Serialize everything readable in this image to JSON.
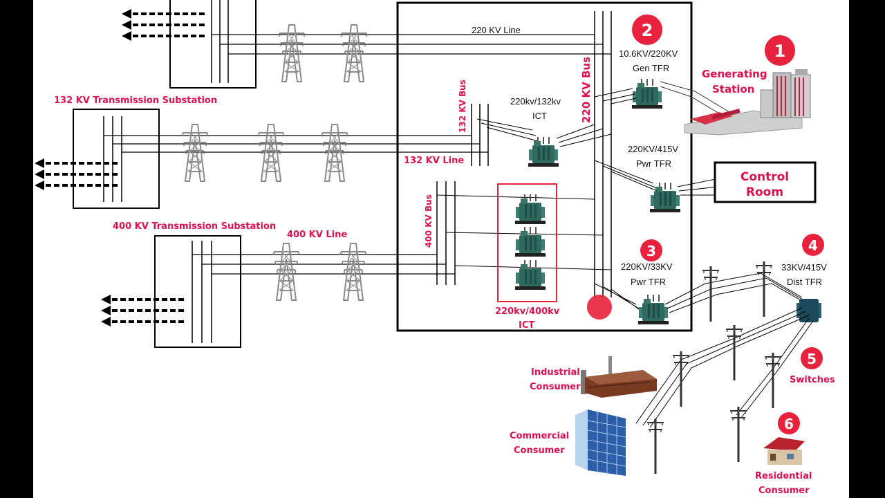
{
  "labels": {
    "line_220": "220 KV Line",
    "tfr_gen": "10.6KV/220KV",
    "tfr_gen2": "Gen TFR",
    "gen_station": "Generating",
    "gen_station2": "Station",
    "bus_220": "220 KV Bus",
    "bus_132": "132 KV Bus",
    "ict_132": "220kv/132kv",
    "ict_132b": "ICT",
    "sub_132": "132 KV Transmission Substation",
    "line_132": "132 KV Line",
    "pwr_415": "220KV/415V",
    "pwr_415b": "Pwr TFR",
    "control_room": "Control",
    "control_room2": "Room",
    "sub_400": "400 KV Transmission Substation",
    "line_400": "400 KV Line",
    "bus_400": "400 KV Bus",
    "pwr_33": "220KV/33KV",
    "pwr_33b": "Pwr TFR",
    "dist_tfr": "33KV/415V",
    "dist_tfr2": "Dist TFR",
    "ict_400": "220kv/400kv",
    "ict_400b": "ICT",
    "switches": "Switches",
    "industrial": "Industrial",
    "industrial2": "Consumer",
    "commercial": "Commercial",
    "commercial2": "Consumer",
    "residential": "Residential",
    "residential2": "Consumer"
  },
  "badges": [
    "1",
    "2",
    "3",
    "4",
    "5",
    "6"
  ],
  "colors": {
    "accent": "#e0104f",
    "badge": "#e8213d",
    "transformer": "#2f6a5e",
    "tower": "#8a8a8a",
    "line": "#1a1a1a"
  },
  "icons": [
    "transmission-tower-icon",
    "transformer-icon",
    "power-pole-icon",
    "factory-icon",
    "office-building-icon",
    "house-icon",
    "generating-station-icon",
    "arrow-left-icon"
  ]
}
